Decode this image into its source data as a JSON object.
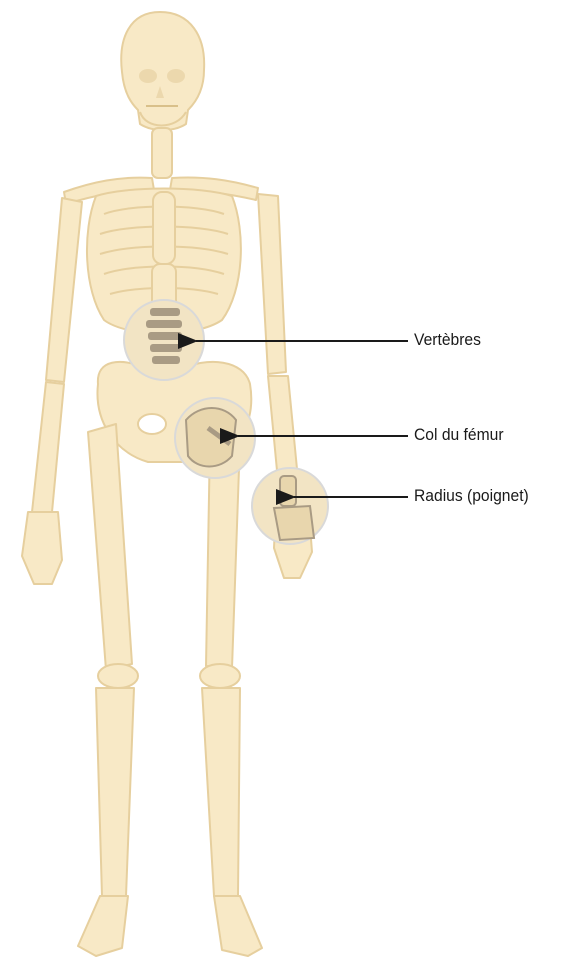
{
  "colors": {
    "background": "#ffffff",
    "bone_fill": "#f8e9c6",
    "bone_stroke": "#e6cf9e",
    "bone_shadow": "#ecd8ad",
    "leader_line": "#1a1a1a",
    "zoom_ring": "#d9d9d9",
    "zoom_fill": "#f2e4c4",
    "zoom_dark": "#a99b84"
  },
  "labels": {
    "vertebrae": "Vertèbres",
    "femoral_neck": "Col du fémur",
    "wrist": "Radius (poignet)"
  },
  "icons": {
    "zoom_vertebrae": "magnifier-vertebrae-icon",
    "zoom_femur": "magnifier-femur-icon",
    "zoom_wrist": "magnifier-wrist-icon"
  }
}
